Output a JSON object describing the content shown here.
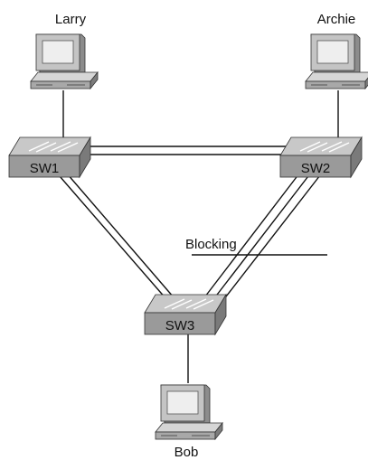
{
  "diagram": {
    "pcs": [
      {
        "id": "larry",
        "label": "Larry"
      },
      {
        "id": "archie",
        "label": "Archie"
      },
      {
        "id": "bob",
        "label": "Bob"
      }
    ],
    "switches": [
      {
        "id": "sw1",
        "label": "SW1"
      },
      {
        "id": "sw2",
        "label": "SW2"
      },
      {
        "id": "sw3",
        "label": "SW3"
      }
    ],
    "annotation": {
      "label": "Blocking"
    }
  },
  "colors": {
    "switch_top": "#c8c8c8",
    "switch_front": "#9a9a9a",
    "switch_side": "#7a7a7a",
    "pc_body": "#c4c4c4",
    "pc_dark": "#8c8c8c",
    "screen": "#eeeeee",
    "line": "#111111"
  }
}
